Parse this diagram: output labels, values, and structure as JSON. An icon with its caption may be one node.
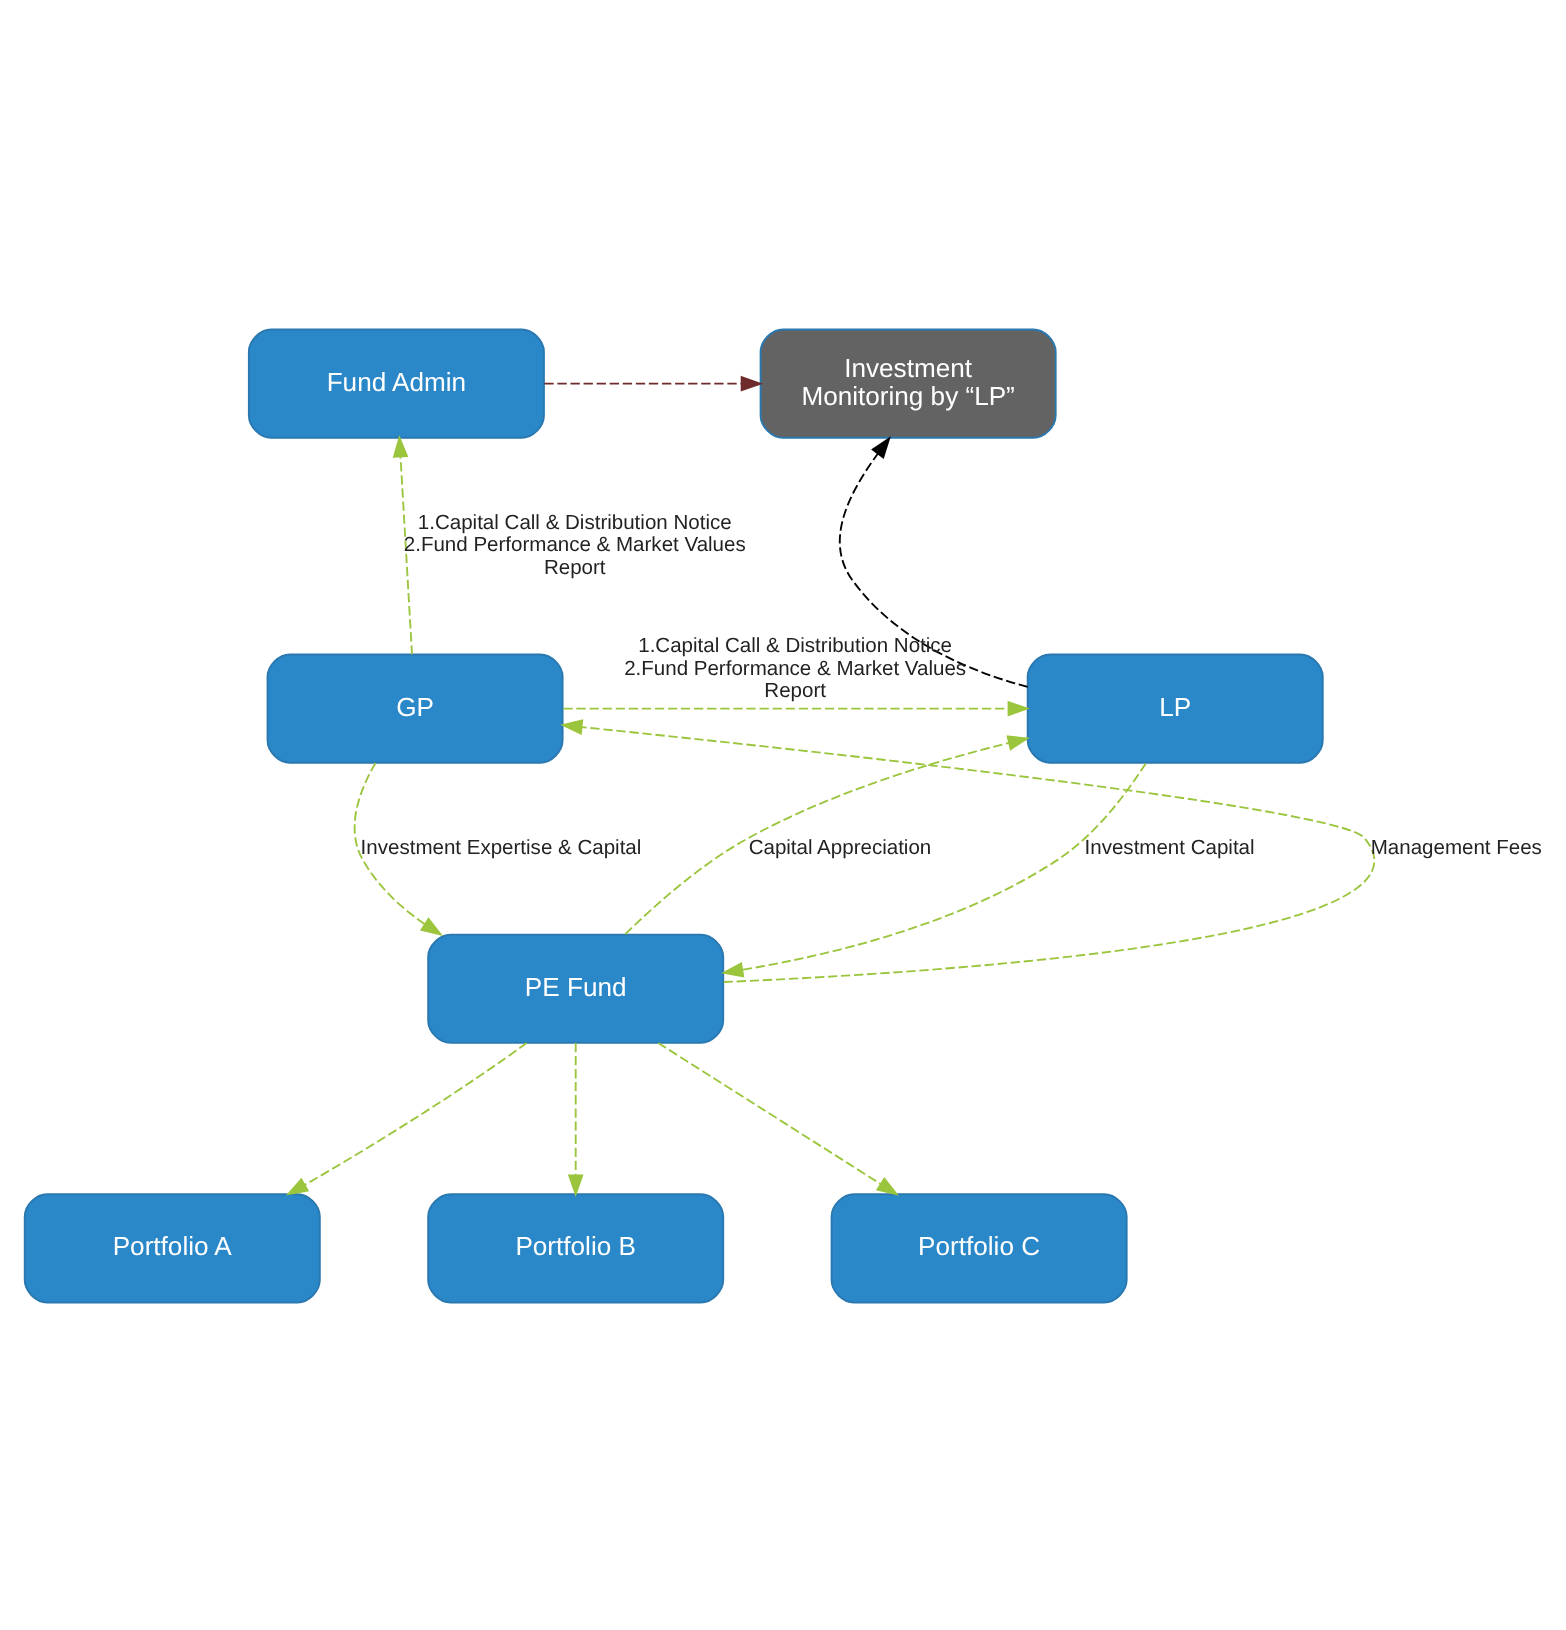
{
  "diagram": {
    "nodes": [
      {
        "text": [
          "Investment Monitoring by “LP”"
        ]
      },
      {
        "text": [
          "Fund Admin"
        ]
      },
      {
        "text": [
          "LP"
        ]
      },
      {
        "text": [
          "GP"
        ]
      },
      {
        "text": [
          "PE Fund"
        ]
      },
      {
        "text": [
          "Portfolio A"
        ]
      },
      {
        "text": [
          "Portfolio B"
        ]
      },
      {
        "text": [
          "Portfolio C"
        ]
      }
    ],
    "edges": [
      {
        "from": 1,
        "to": 0,
        "arrow": "to",
        "style": "dashed",
        "color": "#6e2b2b"
      },
      {
        "from": 2,
        "to": 0,
        "arrow": "to",
        "style": "dashed",
        "color": "#000000"
      },
      {
        "from": 3,
        "to": 1,
        "arrow": "to",
        "style": "dashed",
        "label": "1.Capital Call & Distribution Notice 2.Fund Performance & Market Values Report"
      },
      {
        "from": 3,
        "to": 2,
        "arrow": "to",
        "style": "dashed",
        "label": "1.Capital Call & Distribution Notice 2.Fund Performance & Market Values Report"
      },
      {
        "from": 4,
        "to": 2,
        "arrow": "to",
        "style": "dashed",
        "label": "Capital Appreciation"
      },
      {
        "from": 4,
        "to": 3,
        "arrow": "to",
        "style": "dashed",
        "label": "Management Fees"
      },
      {
        "from": 2,
        "to": 4,
        "arrow": "to",
        "style": "dashed",
        "label": "Investment Capital"
      },
      {
        "from": 3,
        "to": 4,
        "arrow": "to",
        "style": "dashed",
        "label": "Investment Expertise & Capital"
      },
      {
        "from": 4,
        "to": 5,
        "arrow": "to",
        "style": "dashed"
      },
      {
        "from": 4,
        "to": 6,
        "arrow": "to",
        "style": "dashed"
      },
      {
        "from": 4,
        "to": 7,
        "arrow": "to",
        "style": "dashed"
      }
    ]
  }
}
